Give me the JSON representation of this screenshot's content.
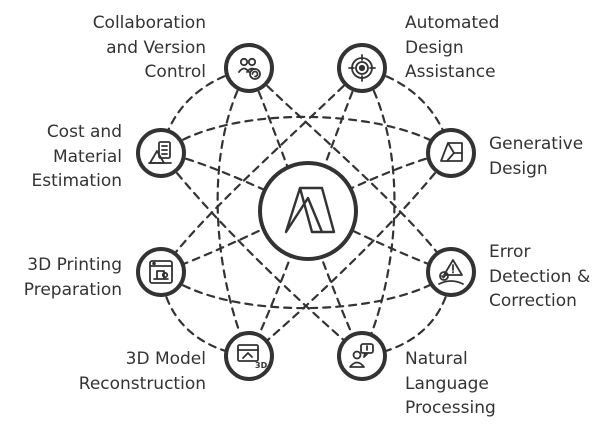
{
  "diagram": {
    "hub_icon": "autodesk-a-logo",
    "stroke_color": "#333333",
    "nodes": [
      {
        "id": "collaboration",
        "icon": "people-sync-icon",
        "lines": [
          "Collaboration",
          "and Version",
          "Control"
        ]
      },
      {
        "id": "automated-design",
        "icon": "target-icon",
        "lines": [
          "Automated",
          "Design",
          "Assistance"
        ]
      },
      {
        "id": "cost-material",
        "icon": "calculator-icon",
        "lines": [
          "Cost and",
          "Material",
          "Estimation"
        ]
      },
      {
        "id": "generative-design",
        "icon": "generative-shape-icon",
        "lines": [
          "Generative",
          "Design"
        ]
      },
      {
        "id": "3d-printing",
        "icon": "printer-icon",
        "lines": [
          "3D Printing",
          "Preparation"
        ]
      },
      {
        "id": "error-detection",
        "icon": "warning-check-icon",
        "lines": [
          "Error",
          "Detection &",
          "Correction"
        ]
      },
      {
        "id": "3d-model",
        "icon": "model-3d-icon",
        "lines": [
          "3D Model",
          "Reconstruction"
        ]
      },
      {
        "id": "natural-language",
        "icon": "chat-person-icon",
        "lines": [
          "Natural",
          "Language",
          "Processing"
        ]
      }
    ]
  }
}
